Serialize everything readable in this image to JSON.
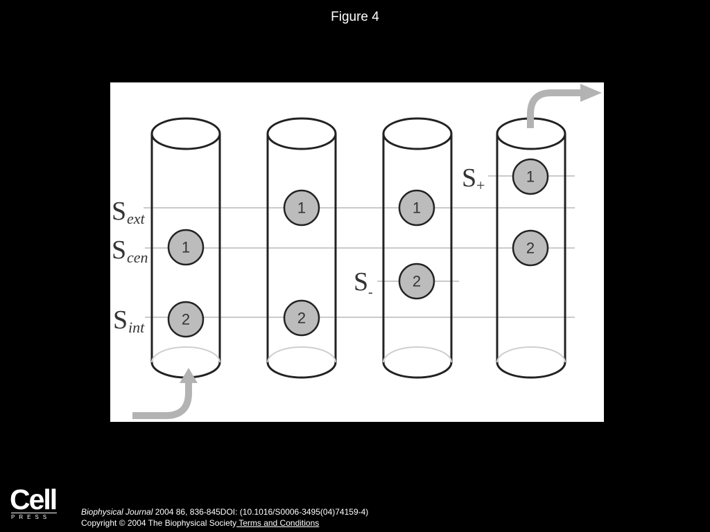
{
  "figure_title": "Figure 4",
  "diagram": {
    "level_labels": {
      "ext": {
        "base": "S",
        "sub": "ext"
      },
      "cen": {
        "base": "S",
        "sub": "cen"
      },
      "int": {
        "base": "S",
        "sub": "int"
      },
      "minus": {
        "base": "S",
        "sub": "-"
      },
      "plus": {
        "base": "S",
        "sub": "+"
      }
    },
    "ion_labels": [
      "1",
      "2"
    ]
  },
  "footer": {
    "logo_word": "Cell",
    "logo_press": "PRESS",
    "journal": "Biophysical Journal",
    "citation_rest": " 2004 86, 836-845DOI: (10.1016/S0006-3495(04)74159-4)",
    "copyright": "Copyright © 2004 The Biophysical Society",
    "terms_link": " Terms and Conditions"
  }
}
